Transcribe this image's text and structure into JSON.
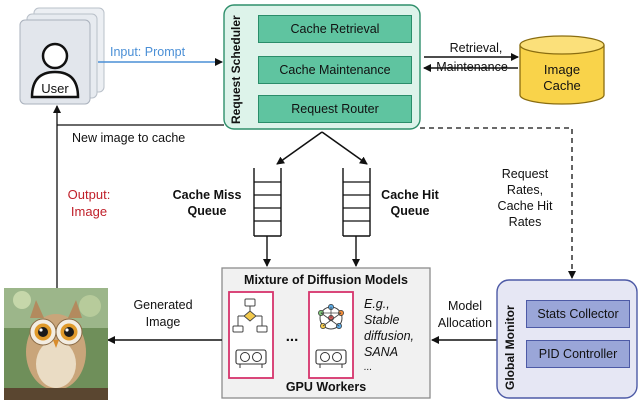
{
  "user": {
    "label": "User"
  },
  "scheduler": {
    "title": "Request Scheduler",
    "modules": [
      "Cache Retrieval",
      "Cache Maintenance",
      "Request Router"
    ]
  },
  "image_cache": {
    "label_line1": "Image",
    "label_line2": "Cache"
  },
  "arrows": {
    "input": "Input: Prompt",
    "retrieval_line1": "Retrieval,",
    "retrieval_line2": "Maintenance",
    "new_image": "New image to cache",
    "output_line1": "Output:",
    "output_line2": "Image",
    "rates_line1": "Request",
    "rates_line2": "Rates,",
    "rates_line3": "Cache Hit",
    "rates_line4": "Rates",
    "generated_line1": "Generated",
    "generated_line2": "Image",
    "allocation_line1": "Model",
    "allocation_line2": "Allocation"
  },
  "queues": {
    "miss_line1": "Cache Miss",
    "miss_line2": "Queue",
    "hit_line1": "Cache Hit",
    "hit_line2": "Queue"
  },
  "workers": {
    "title": "Mixture of Diffusion Models",
    "footer": "GPU Workers",
    "ellipsis": "...",
    "examples_line1": "E.g.,",
    "examples_line2": "Stable",
    "examples_line3": "diffusion,",
    "examples_line4": "SANA",
    "examples_line5": "..."
  },
  "monitor": {
    "title": "Global Monitor",
    "modules": [
      "Stats Collector",
      "PID Controller"
    ]
  },
  "colors": {
    "scheduler_fill": "#ddf3ea",
    "module_green": "#5fc4a0",
    "cache_yellow": "#f9d34a",
    "monitor_fill": "#e6e7f4",
    "module_purple": "#9aa6d8",
    "workers_fill": "#f1f1f1",
    "gpu_border": "#d6336c",
    "input_text": "#4a8fd6",
    "output_text": "#c0202a"
  }
}
